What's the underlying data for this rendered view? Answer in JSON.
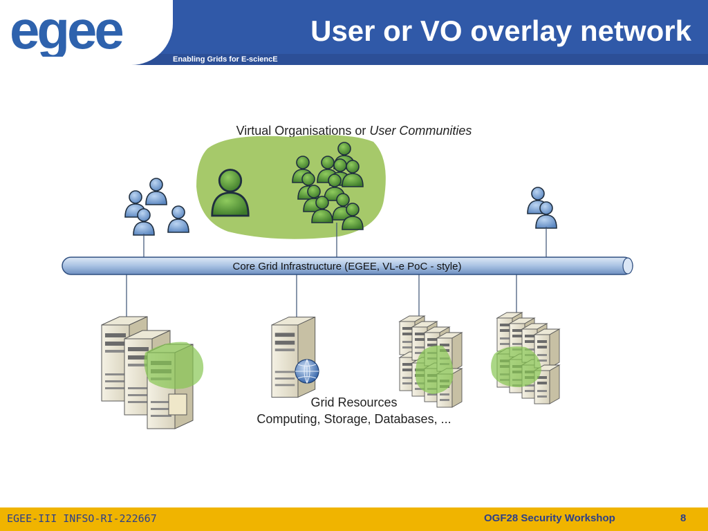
{
  "header": {
    "logo_text": "egee",
    "tagline": "Enabling Grids for E-sciencE",
    "title": "User or VO overlay network"
  },
  "diagram": {
    "vo_label_plain": "Virtual Organisations or ",
    "vo_label_italic": "User Communities",
    "infrastructure_label": "Core Grid Infrastructure (EGEE, VL-e PoC - style)",
    "resources_title": "Grid Resources",
    "resources_subtitle": "Computing, Storage, Databases, ..."
  },
  "footer": {
    "project_id": "EGEE-III INFSO-RI-222667",
    "event": "OGF28 Security Workshop",
    "page_number": "8"
  },
  "colors": {
    "header_blue": "#3059a8",
    "footer_gold": "#f0b400",
    "vo_green": "#9cc35a",
    "user_blue": "#6f9bd1",
    "user_green": "#5f9f3a"
  }
}
